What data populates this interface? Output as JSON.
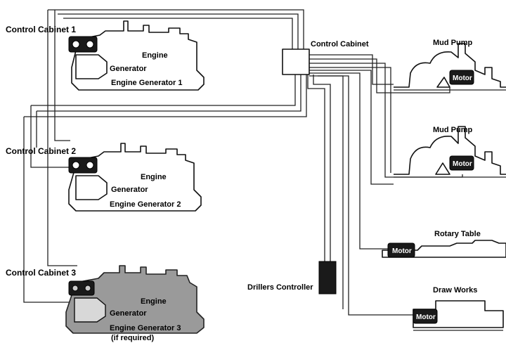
{
  "labels": {
    "control_cabinet_1": "Control Cabinet 1",
    "control_cabinet_2": "Control Cabinet 2",
    "control_cabinet_3": "Control Cabinet 3",
    "control_cabinet": "Control Cabinet",
    "eg1": {
      "engine": "Engine",
      "generator": "Generator",
      "title": "Engine Generator 1"
    },
    "eg2": {
      "engine": "Engine",
      "generator": "Generator",
      "title": "Engine Generator 2"
    },
    "eg3": {
      "engine": "Engine",
      "generator": "Generator",
      "title": "Engine Generator 3",
      "note": "(if required)"
    },
    "mud_pump_1": "Mud Pump",
    "mud_pump_2": "Mud Pump",
    "rotary_table": "Rotary Table",
    "draw_works": "Draw Works",
    "drillers_controller": "Drillers Controller",
    "motor": "Motor"
  },
  "colors": {
    "line": "#222222",
    "fill_dark": "#1a1a1a",
    "fill_gray": "#9a9a9a",
    "background": "#ffffff"
  }
}
